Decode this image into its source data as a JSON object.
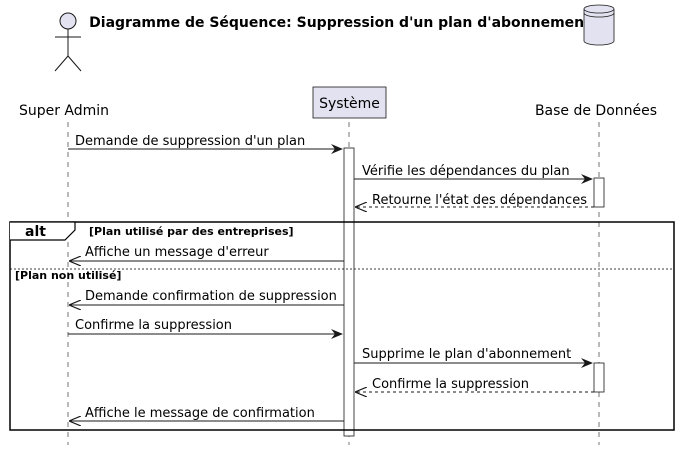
{
  "title": "Diagramme de Séquence: Suppression d'un plan d'abonnement",
  "participants": {
    "admin": "Super Admin",
    "system": "Système",
    "db": "Base de Données"
  },
  "fragment": {
    "keyword": "alt",
    "guard1": "[Plan utilisé par des entreprises]",
    "guard2": "[Plan non utilisé]"
  },
  "messages": [
    {
      "text": "Demande de suppression d'un plan",
      "from": "admin",
      "to": "system",
      "style": "solid"
    },
    {
      "text": "Vérifie les dépendances du plan",
      "from": "system",
      "to": "db",
      "style": "solid"
    },
    {
      "text": "Retourne l'état des dépendances",
      "from": "db",
      "to": "system",
      "style": "dashed"
    },
    {
      "text": "Affiche un message d'erreur",
      "from": "system",
      "to": "admin",
      "style": "solid"
    },
    {
      "text": "Demande confirmation de suppression",
      "from": "system",
      "to": "admin",
      "style": "solid"
    },
    {
      "text": "Confirme la suppression",
      "from": "admin",
      "to": "system",
      "style": "solid"
    },
    {
      "text": "Supprime le plan d'abonnement",
      "from": "system",
      "to": "db",
      "style": "solid"
    },
    {
      "text": "Confirme la suppression",
      "from": "db",
      "to": "system",
      "style": "dashed"
    },
    {
      "text": "Affiche le message de confirmation",
      "from": "system",
      "to": "admin",
      "style": "solid"
    }
  ],
  "colors": {
    "participant_fill": "#e2e2f0",
    "participant_stroke": "#181818",
    "lifeline": "#181818",
    "background": "#ffffff"
  }
}
